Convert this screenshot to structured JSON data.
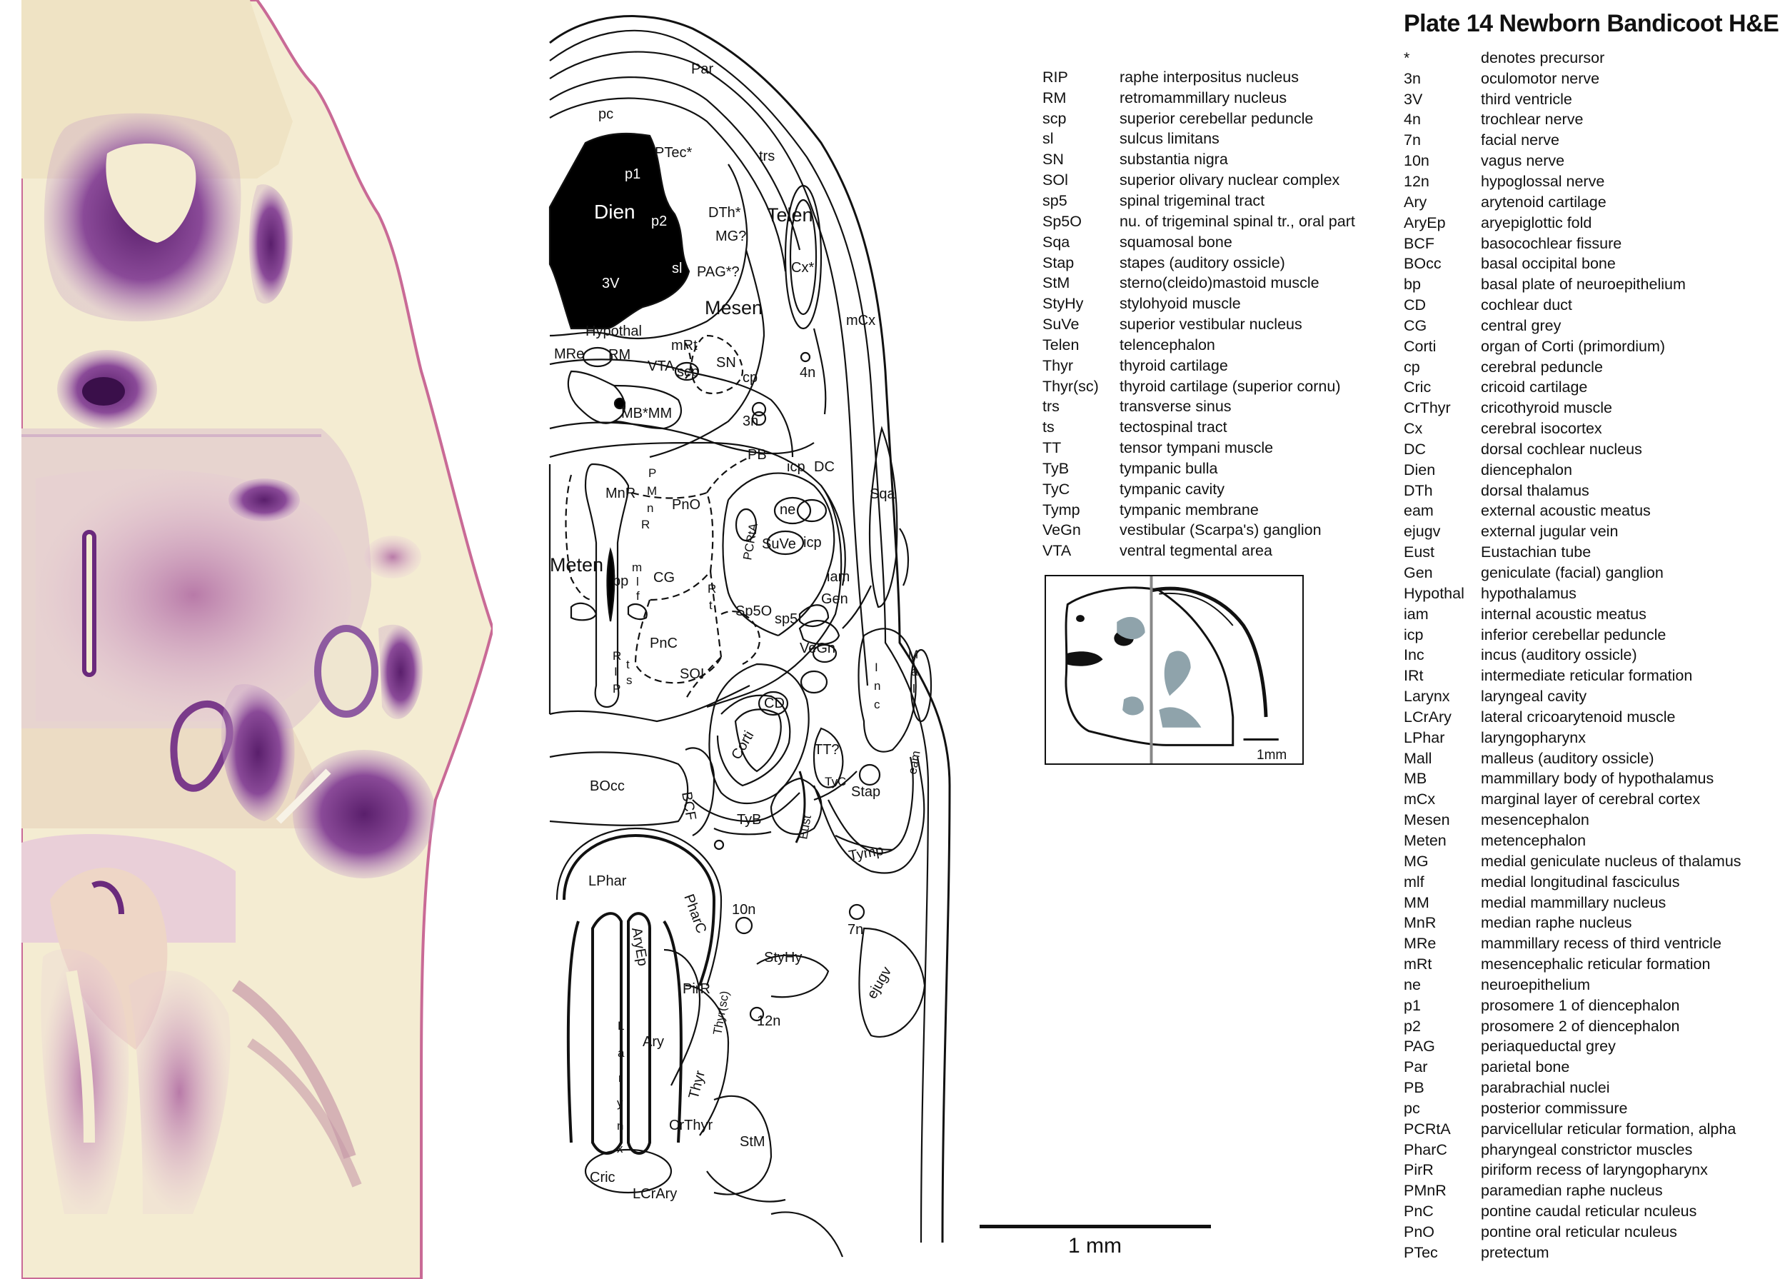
{
  "title": "Plate 14  Newborn Bandicoot H&E",
  "diagram_labels": {
    "par": "Par",
    "pc": "pc",
    "ptec": "PTec*",
    "trs": "trs",
    "p1": "p1",
    "dien": "Dien",
    "p2": "p2",
    "dth": "DTh*",
    "telen": "Telen",
    "mg": "MG?",
    "sl": "sl",
    "pag": "PAG*?",
    "cx": "Cx*",
    "v3": "3V",
    "mesen": "Mesen",
    "mcx": "mCx",
    "hypothal": "Hypothal",
    "mrt": "mRt",
    "mre": "MRe",
    "rm": "RM",
    "vta": "VTA",
    "scp": "scp",
    "sn": "SN",
    "cp": "cp",
    "n4": "4n",
    "mb_mm": "MB*MM",
    "n3": "3n",
    "pb": "PB",
    "icp": "icp",
    "dc": "DC",
    "sqa": "Sqa",
    "mnr": "MnR",
    "p": "P",
    "m": "M",
    "n": "n",
    "r": "R",
    "pno": "PnO",
    "ne": "ne",
    "pcrta": "PCRtA",
    "suve": "SuVe",
    "icp2": "icp",
    "meten": "Meten",
    "m2": "m",
    "bp": "bp",
    "l": "l",
    "f": "f",
    "cg": "CG",
    "i": "I",
    "r2": "R",
    "t": "t",
    "sp5o": "Sp5O",
    "sp5": "sp5",
    "iam": "iam",
    "gen": "Gen",
    "pnc": "PnC",
    "vegn": "VeGn",
    "rip_r": "R",
    "rip_i": "I",
    "rip_p": "P",
    "t2": "t",
    "s": "s",
    "soi": "SOI",
    "cd": "CD",
    "inc_i": "I",
    "inc_n": "n",
    "inc_c": "c",
    "mall_m": "M",
    "mall_a": "a",
    "mall_l": "l",
    "mall_l2": "l",
    "corti": "Corti",
    "tt": "TT?",
    "eam": "eam",
    "bocc": "BOcc",
    "bcf": "BCF",
    "tyc": "TyC",
    "stap": "Stap",
    "tyb": "TyB",
    "eust": "Eust",
    "tymp": "Tymp",
    "lphar": "LPhar",
    "pharc": "PharC",
    "n10": "10n",
    "n7": "7n",
    "aryep": "AryEp",
    "styhy": "StyHy",
    "pirr": "PirR",
    "thyrsc": "Thyr(sc)",
    "ejugv": "ejugv",
    "n12": "12n",
    "lar_l": "L",
    "lar_a": "a",
    "lar_r": "r",
    "lar_y": "y",
    "lar_n": "n",
    "lar_x": "x",
    "ary": "Ary",
    "thyr": "Thyr",
    "crthyr": "CrThyr",
    "stm": "StM",
    "cric": "Cric",
    "lcrary": "LCrAry"
  },
  "legend_left": [
    {
      "abbr": "RIP",
      "def": "raphe interpositus nucleus"
    },
    {
      "abbr": "RM",
      "def": "retromammillary nucleus"
    },
    {
      "abbr": "scp",
      "def": "superior cerebellar peduncle"
    },
    {
      "abbr": "sl",
      "def": "sulcus limitans"
    },
    {
      "abbr": "SN",
      "def": "substantia nigra"
    },
    {
      "abbr": "SOl",
      "def": "superior olivary nuclear complex"
    },
    {
      "abbr": "sp5",
      "def": "spinal trigeminal tract"
    },
    {
      "abbr": "Sp5O",
      "def": "nu. of trigeminal spinal tr., oral part"
    },
    {
      "abbr": "Sqa",
      "def": "squamosal bone"
    },
    {
      "abbr": "Stap",
      "def": "stapes (auditory ossicle)"
    },
    {
      "abbr": "StM",
      "def": "sterno(cleido)mastoid muscle"
    },
    {
      "abbr": "StyHy",
      "def": "stylohyoid muscle"
    },
    {
      "abbr": "SuVe",
      "def": "superior vestibular nucleus"
    },
    {
      "abbr": "Telen",
      "def": "telencephalon"
    },
    {
      "abbr": "Thyr",
      "def": "thyroid cartilage"
    },
    {
      "abbr": "Thyr(sc)",
      "def": "thyroid cartilage (superior cornu)"
    },
    {
      "abbr": "trs",
      "def": "transverse sinus"
    },
    {
      "abbr": "ts",
      "def": "tectospinal tract"
    },
    {
      "abbr": "TT",
      "def": "tensor tympani muscle"
    },
    {
      "abbr": "TyB",
      "def": "tympanic bulla"
    },
    {
      "abbr": "TyC",
      "def": "tympanic cavity"
    },
    {
      "abbr": "Tymp",
      "def": "tympanic membrane"
    },
    {
      "abbr": "VeGn",
      "def": "vestibular (Scarpa's) ganglion"
    },
    {
      "abbr": "VTA",
      "def": "ventral tegmental area"
    }
  ],
  "legend_right": [
    {
      "abbr": "*",
      "def": "denotes precursor"
    },
    {
      "abbr": "3n",
      "def": "oculomotor nerve"
    },
    {
      "abbr": "3V",
      "def": "third ventricle"
    },
    {
      "abbr": "4n",
      "def": "trochlear nerve"
    },
    {
      "abbr": "7n",
      "def": "facial nerve"
    },
    {
      "abbr": "10n",
      "def": "vagus nerve"
    },
    {
      "abbr": "12n",
      "def": "hypoglossal nerve"
    },
    {
      "abbr": "Ary",
      "def": "arytenoid cartilage"
    },
    {
      "abbr": "AryEp",
      "def": "aryepiglottic fold"
    },
    {
      "abbr": "BCF",
      "def": "basocochlear fissure"
    },
    {
      "abbr": "BOcc",
      "def": "basal occipital bone"
    },
    {
      "abbr": "bp",
      "def": "basal plate of neuroepithelium"
    },
    {
      "abbr": "CD",
      "def": "cochlear duct"
    },
    {
      "abbr": "CG",
      "def": "central grey"
    },
    {
      "abbr": "Corti",
      "def": "organ of Corti (primordium)"
    },
    {
      "abbr": "cp",
      "def": "cerebral peduncle"
    },
    {
      "abbr": "Cric",
      "def": "cricoid cartilage"
    },
    {
      "abbr": "CrThyr",
      "def": "cricothyroid muscle"
    },
    {
      "abbr": "Cx",
      "def": "cerebral isocortex"
    },
    {
      "abbr": "DC",
      "def": "dorsal cochlear nucleus"
    },
    {
      "abbr": "Dien",
      "def": "diencephalon"
    },
    {
      "abbr": "DTh",
      "def": "dorsal thalamus"
    },
    {
      "abbr": "eam",
      "def": "external acoustic meatus"
    },
    {
      "abbr": "ejugv",
      "def": "external jugular vein"
    },
    {
      "abbr": "Eust",
      "def": "Eustachian tube"
    },
    {
      "abbr": "Gen",
      "def": "geniculate (facial) ganglion"
    },
    {
      "abbr": "Hypothal",
      "def": "hypothalamus"
    },
    {
      "abbr": "iam",
      "def": "internal acoustic meatus"
    },
    {
      "abbr": "icp",
      "def": "inferior cerebellar peduncle"
    },
    {
      "abbr": "Inc",
      "def": "incus (auditory ossicle)"
    },
    {
      "abbr": "IRt",
      "def": "intermediate reticular formation"
    },
    {
      "abbr": "Larynx",
      "def": "laryngeal cavity"
    },
    {
      "abbr": "LCrAry",
      "def": "lateral cricoarytenoid muscle"
    },
    {
      "abbr": "LPhar",
      "def": "laryngopharynx"
    },
    {
      "abbr": "Mall",
      "def": "malleus (auditory ossicle)"
    },
    {
      "abbr": "MB",
      "def": "mammillary body of hypothalamus"
    },
    {
      "abbr": "mCx",
      "def": "marginal layer of cerebral cortex"
    },
    {
      "abbr": "Mesen",
      "def": "mesencephalon"
    },
    {
      "abbr": "Meten",
      "def": "metencephalon"
    },
    {
      "abbr": "MG",
      "def": "medial geniculate nucleus of thalamus"
    },
    {
      "abbr": "mlf",
      "def": "medial longitudinal fasciculus"
    },
    {
      "abbr": "MM",
      "def": "medial mammillary nucleus"
    },
    {
      "abbr": "MnR",
      "def": "median raphe nucleus"
    },
    {
      "abbr": "MRe",
      "def": "mammillary recess of third ventricle"
    },
    {
      "abbr": "mRt",
      "def": "mesencephalic reticular formation"
    },
    {
      "abbr": "ne",
      "def": "neuroepithelium"
    },
    {
      "abbr": "p1",
      "def": "prosomere 1 of diencephalon"
    },
    {
      "abbr": "p2",
      "def": "prosomere 2 of diencephalon"
    },
    {
      "abbr": "PAG",
      "def": "periaqueductal grey"
    },
    {
      "abbr": "Par",
      "def": "parietal bone"
    },
    {
      "abbr": "PB",
      "def": "parabrachial nuclei"
    },
    {
      "abbr": "pc",
      "def": "posterior commissure"
    },
    {
      "abbr": "PCRtA",
      "def": "parvicellular reticular formation, alpha"
    },
    {
      "abbr": "PharC",
      "def": "pharyngeal constrictor muscles"
    },
    {
      "abbr": "PirR",
      "def": "piriform recess of laryngopharynx"
    },
    {
      "abbr": "PMnR",
      "def": "paramedian raphe nucleus"
    },
    {
      "abbr": "PnC",
      "def": "pontine caudal reticular nculeus"
    },
    {
      "abbr": "PnO",
      "def": "pontine oral reticular nculeus"
    },
    {
      "abbr": "PTec",
      "def": "pretectum"
    }
  ],
  "inset": {
    "scale_label": "1mm"
  },
  "scalebar": {
    "label": "1 mm"
  },
  "colors": {
    "stain_background": "#f4ecd2",
    "stain_purple": "#6a2a7c",
    "stain_pink": "#c96a96",
    "inset_fill": "#8fa3ab"
  }
}
